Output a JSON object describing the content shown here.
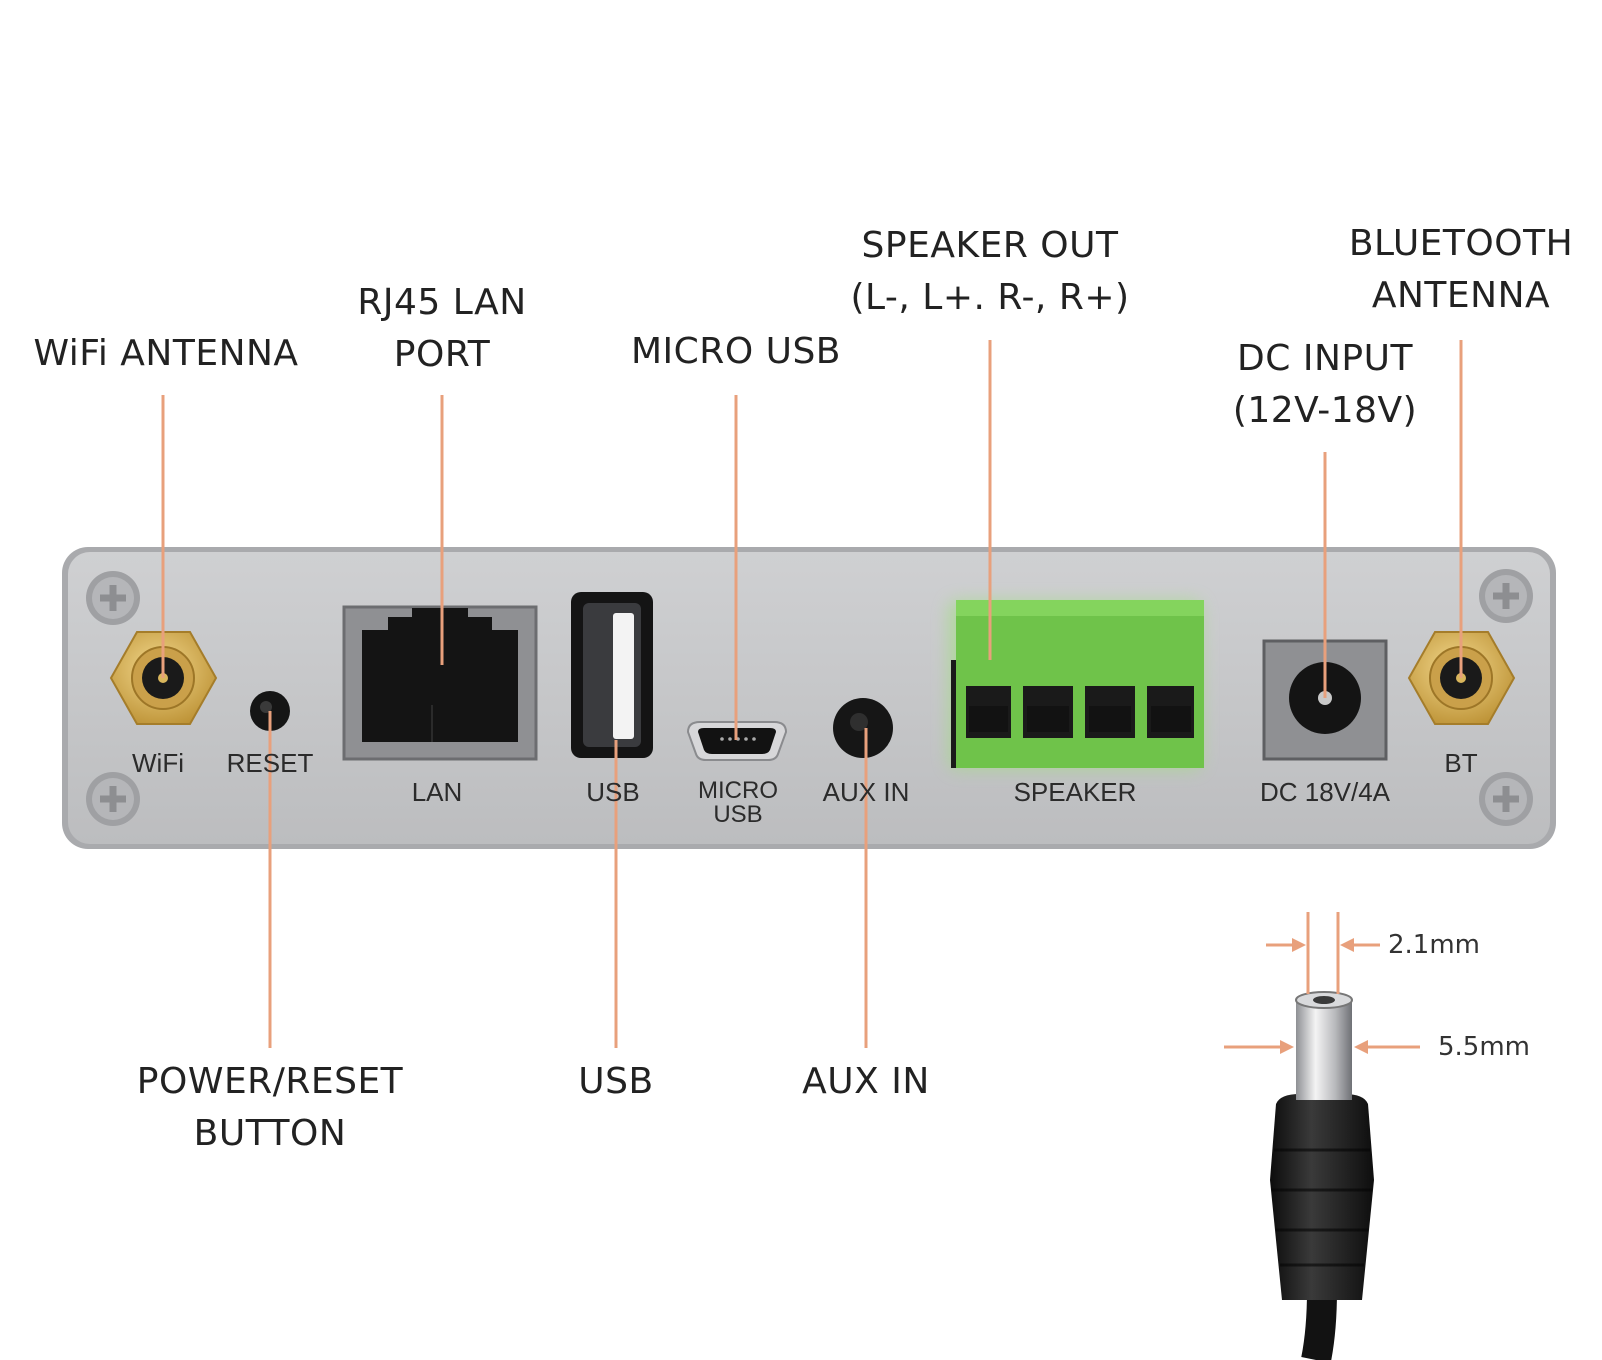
{
  "callouts": {
    "wifi_antenna": "WiFi ANTENNA",
    "rj45_line1": "RJ45 LAN",
    "rj45_line2": "PORT",
    "micro_usb": "MICRO USB",
    "speaker_out_line1": "SPEAKER OUT",
    "speaker_out_line2": "(L-, L+. R-, R+)",
    "dc_input_line1": "DC INPUT",
    "dc_input_line2": "(12V-18V)",
    "bt_antenna_line1": "BLUETOOTH",
    "bt_antenna_line2": "ANTENNA",
    "power_reset_line1": "POWER/RESET",
    "power_reset_line2": "BUTTON",
    "usb": "USB",
    "aux_in": "AUX IN"
  },
  "panel_labels": {
    "wifi": "WiFi",
    "reset": "RESET",
    "lan": "LAN",
    "usb": "USB",
    "micro_usb_line1": "MICRO",
    "micro_usb_line2": "USB",
    "aux_in": "AUX IN",
    "speaker": "SPEAKER",
    "dc": "DC 18V/4A",
    "bt": "BT"
  },
  "dimensions": {
    "inner_diameter": "2.1mm",
    "outer_diameter": "5.5mm"
  },
  "colors": {
    "leader_line": "#e8a07c",
    "panel_face": "#c4c5c7",
    "panel_edge": "#a9aaad",
    "terminal_green": "#72c84a",
    "brass": "#d2aa4e",
    "port_dark": "#141414"
  }
}
